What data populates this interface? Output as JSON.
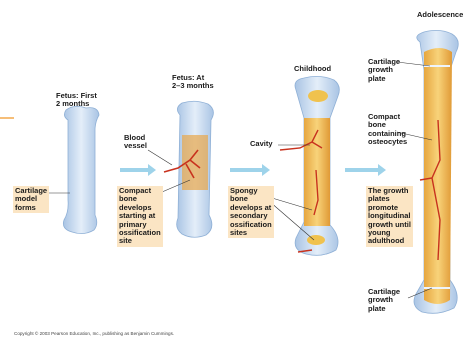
{
  "stages": {
    "fetus_first": "Fetus: First\n2 months",
    "fetus_late": "Fetus: At\n2–3 months",
    "childhood": "Childhood",
    "adolescence": "Adolescence"
  },
  "labels": {
    "cartilage_model": "Cartilage\nmodel\nforms",
    "blood_vessel": "Blood\nvessel",
    "compact_bone": "Compact\nbone\ndevelops\nstarting at\nprimary\nossification\nsite",
    "cavity": "Cavity",
    "spongy_bone": "Spongy\nbone\ndevelops at\nsecondary\nossification\nsites",
    "cartilage_growth_plate_top": "Cartilage\ngrowth\nplate",
    "compact_osteocytes": "Compact\nbone\ncontaining\nosteocytes",
    "growth_plates": "The growth\nplates\npromote\nlongitudinal\ngrowth until\nyoung\nadulthood",
    "cartilage_growth_plate_bottom": "Cartilage\ngrowth\nplate"
  },
  "copyright": "Copyright © 2003 Pearson Education, Inc., publishing as Benjamin Cummings.",
  "colors": {
    "cartilage": "#c9dcef",
    "bone": "#f0c24e",
    "vessel": "#c8321e",
    "label_box": "#fbe5c4",
    "arrow": "#9ed3ea",
    "accent_line": "#f2a94a"
  }
}
